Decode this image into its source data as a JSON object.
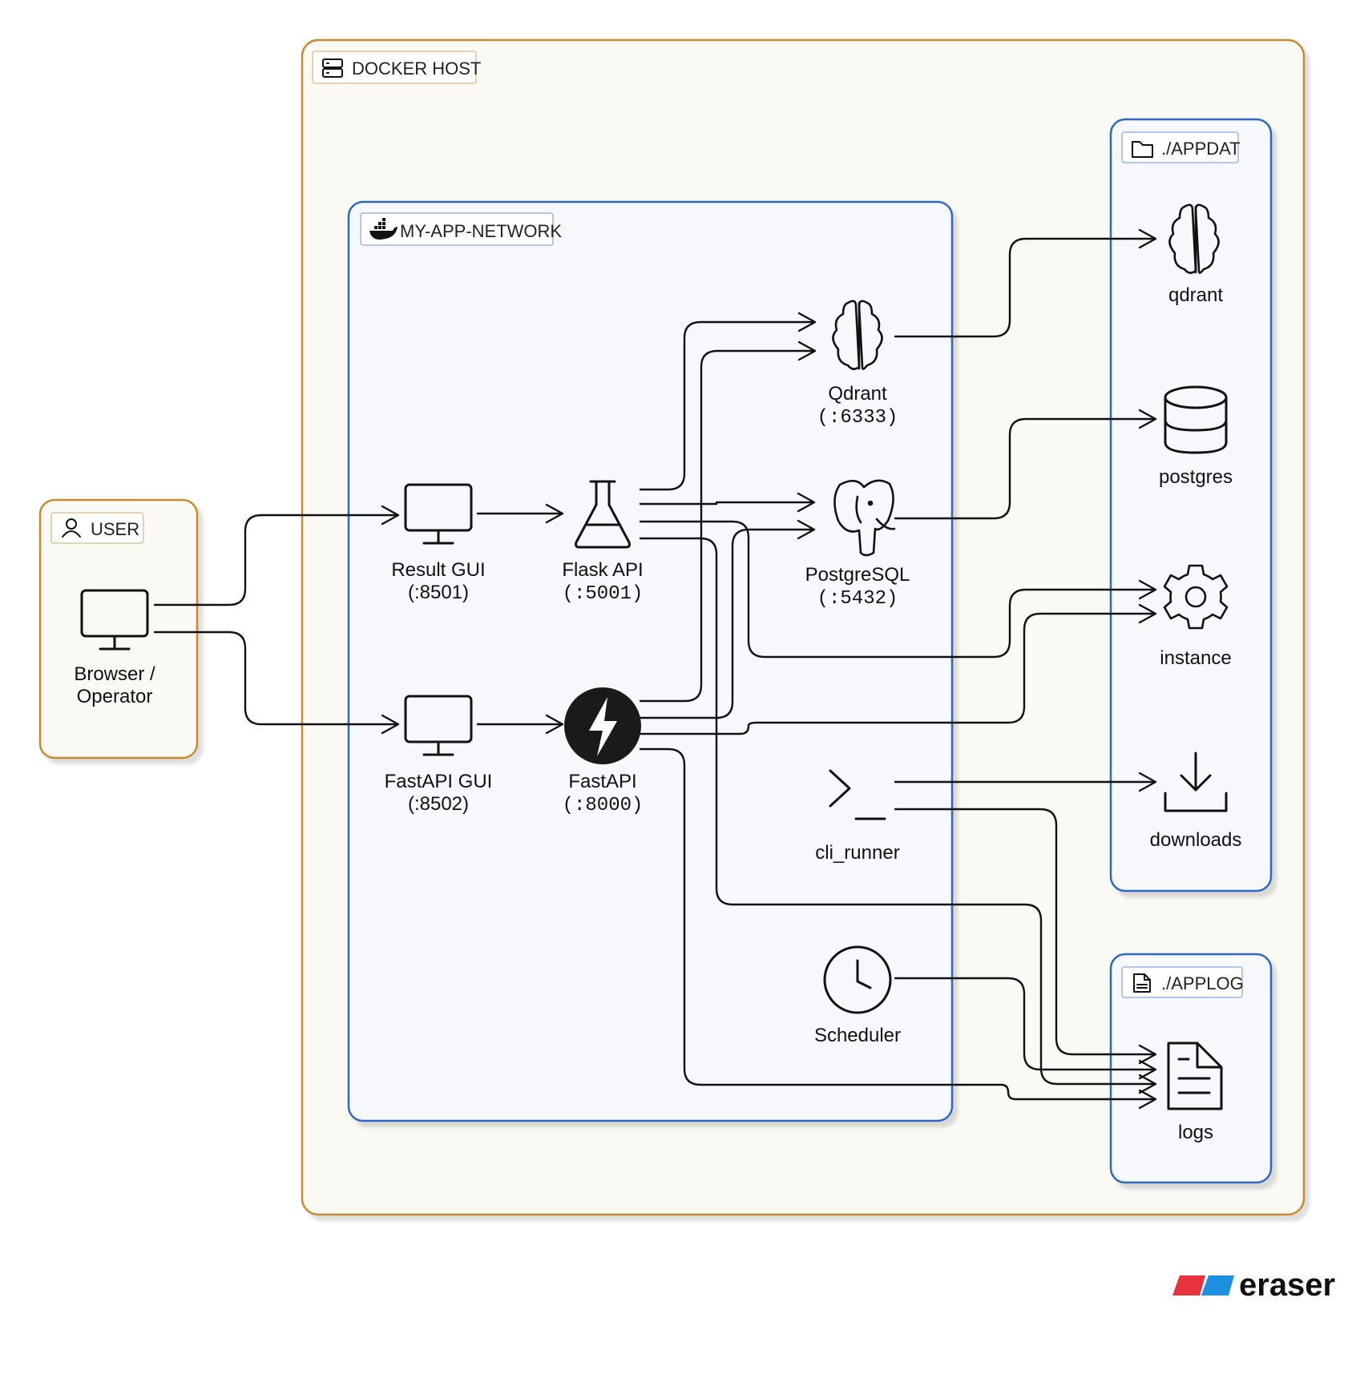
{
  "groups": {
    "docker_host": "DOCKER HOST",
    "network": "MY-APP-NETWORK",
    "appdata": "./APPDAT",
    "applog": "./APPLOG",
    "user": "USER"
  },
  "nodes": {
    "browser": [
      "Browser /",
      "Operator"
    ],
    "result_gui": [
      "Result GUI",
      "(:8501)"
    ],
    "flask_api": [
      "Flask API",
      "(:5001)"
    ],
    "fastapi_gui": [
      "FastAPI GUI",
      "(:8502)"
    ],
    "fastapi": [
      "FastAPI",
      "(:8000)"
    ],
    "qdrant": [
      "Qdrant",
      "(:6333)"
    ],
    "postgresql": [
      "PostgreSQL",
      "(:5432)"
    ],
    "cli_runner": "cli_runner",
    "scheduler": "Scheduler",
    "vol_qdrant": "qdrant",
    "vol_postgres": "postgres",
    "vol_instance": "instance",
    "vol_downloads": "downloads",
    "vol_logs": "logs"
  },
  "brand": "eraser",
  "colors": {
    "host_border": "#c98a2e",
    "host_fill": "#fbf9f4",
    "network_border": "#2d67c7",
    "network_fill": "#f6f8fc",
    "brand_red": "#e8333f",
    "brand_blue": "#1d8fe1"
  },
  "icons": [
    "server-icon",
    "docker-whale-icon",
    "folder-icon",
    "file-icon",
    "user-icon",
    "monitor-icon",
    "flask-icon",
    "fastapi-bolt-icon",
    "brain-icon",
    "elephant-icon",
    "database-icon",
    "gear-icon",
    "download-icon",
    "terminal-icon",
    "clock-icon",
    "document-icon"
  ]
}
